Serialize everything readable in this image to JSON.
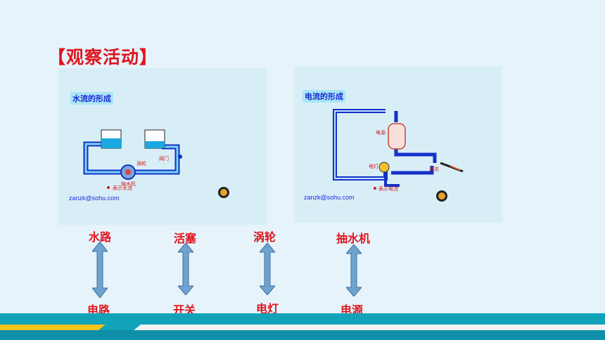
{
  "title": "【观察活动】",
  "panel_water": {
    "heading": "水流的形成",
    "email": "zanzk@sohu.com",
    "label_turbine": "涡轮",
    "label_valve": "阀门",
    "label_pump": "抽水机",
    "label_legend": "表示水流"
  },
  "panel_current": {
    "heading": "电流的形成",
    "email": "zanzk@sohu.com",
    "label_source": "电源",
    "label_lamp": "电灯",
    "label_switch": "开关",
    "label_legend": "表示电流"
  },
  "pairs": [
    {
      "top": "水路",
      "bottom": "电路"
    },
    {
      "top": "活塞",
      "bottom": "开关"
    },
    {
      "top": "涡轮",
      "bottom": "电灯"
    },
    {
      "top": "抽水机",
      "bottom": "电源"
    }
  ],
  "colors": {
    "accent": "#e0141e",
    "stripe_teal": "#12a3b8",
    "stripe_yellow": "#f3c51b",
    "arrow": "#6fa3cf"
  }
}
